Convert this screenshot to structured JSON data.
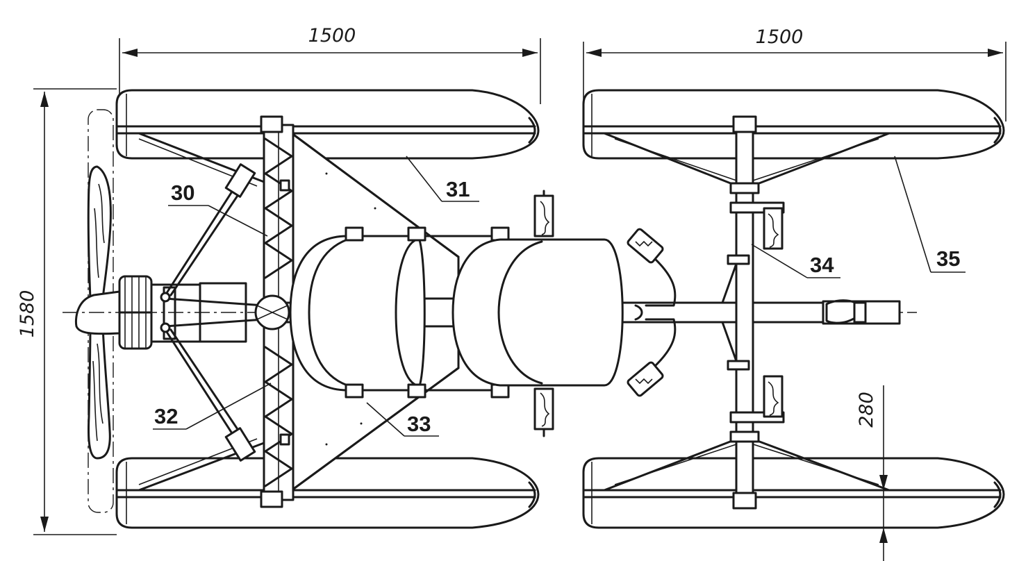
{
  "dimensions": {
    "rear_length": "1500",
    "front_length": "1500",
    "overall_width": "1580",
    "float_offset": "280"
  },
  "callouts": [
    {
      "id": "30",
      "label": "30"
    },
    {
      "id": "31",
      "label": "31"
    },
    {
      "id": "32",
      "label": "32"
    },
    {
      "id": "33",
      "label": "33"
    },
    {
      "id": "34",
      "label": "34"
    },
    {
      "id": "35",
      "label": "35"
    }
  ],
  "colors": {
    "ink": "#1a1a1a",
    "paper": "#ffffff"
  }
}
